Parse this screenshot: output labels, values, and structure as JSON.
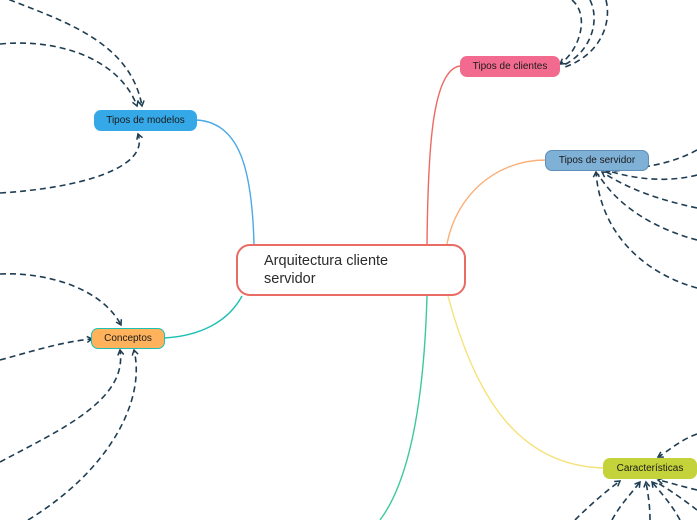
{
  "central": {
    "label": "Arquitectura cliente servidor",
    "border_color": "#e86b64"
  },
  "topics": [
    {
      "id": "tipos-de-modelos",
      "label": "Tipos de modelos",
      "fill": "#35a8e8",
      "line": "#4aa9e6"
    },
    {
      "id": "conceptos",
      "label": "Conceptos",
      "fill": "#ffb25c",
      "line": "#1fbfb3"
    },
    {
      "id": "tipos-de-clientes",
      "label": "Tipos de clientes",
      "fill": "#f26b8e",
      "line": "#ec6a64"
    },
    {
      "id": "tipos-de-servidor",
      "label": "Tipos de servidor",
      "fill": "#7fb0d6",
      "line": "#f9b07a"
    },
    {
      "id": "caracteristicas",
      "label": "Características",
      "fill": "#c5d33a",
      "line": "#f6e27a"
    }
  ],
  "extra_branch_color": "#3cc99a",
  "relation_color": "#1f3d52"
}
